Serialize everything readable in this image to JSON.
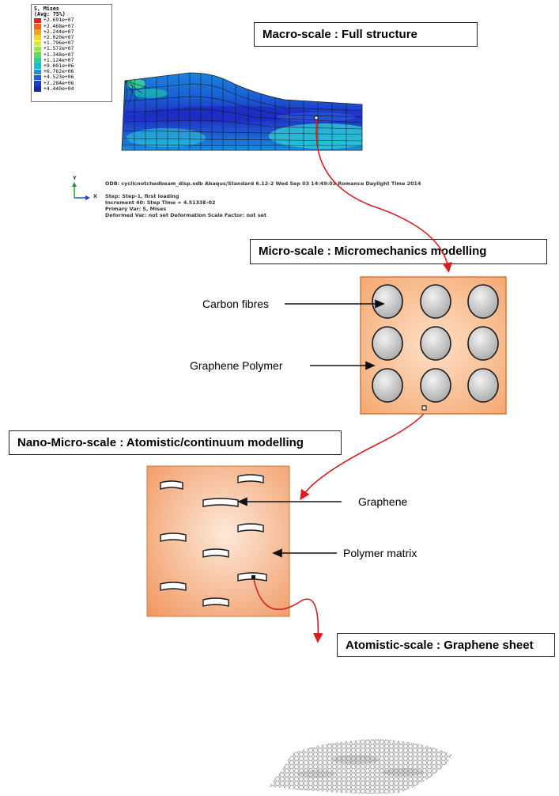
{
  "legend": {
    "title": "S, Mises",
    "avg": "(Avg: 75%)",
    "values": [
      "+2.691e+07",
      "+2.468e+07",
      "+2.244e+07",
      "+2.020e+07",
      "+1.796e+07",
      "+1.572e+07",
      "+1.348e+07",
      "+1.124e+07",
      "+9.001e+06",
      "+6.762e+06",
      "+4.523e+06",
      "+2.284e+06",
      "+4.440e+04"
    ],
    "colors": [
      "#e0201a",
      "#f0601a",
      "#f5a21e",
      "#f2d72a",
      "#d8ec2c",
      "#9fe53a",
      "#5edc5c",
      "#22d49b",
      "#14bdd2",
      "#1a91df",
      "#1a62d6",
      "#1a3ecb",
      "#1d23b4"
    ]
  },
  "macro": {
    "title": "Macro-scale : Full structure",
    "colors": {
      "deep": "#1e2ec4",
      "mid": "#1a8fe0",
      "light": "#2fd3d7",
      "green": "#3edc8a"
    }
  },
  "abaqus": {
    "axis_y": "Y",
    "axis_x": "X",
    "line1": "ODB: cyclicnotchedbeam_disp.odb    Abaqus/Standard 6.12-2    Wed Sep 03 14:49:03 Romance Daylight Time 2014",
    "line2": "Step: Step-1, first loading",
    "line3": "Increment     40: Step Time =    4.5133E-02",
    "line4": "Primary Var: S, Mises",
    "line5": "Deformed Var: not set   Deformation Scale Factor: not set"
  },
  "micro": {
    "title": "Micro-scale : Micromechanics modelling",
    "label_fibres": "Carbon fibres",
    "label_polymer": "Graphene Polymer",
    "colors": {
      "matrix": "#f4a46a",
      "matrix_light": "#fbe3cf",
      "fibre": "#c8c8c8"
    }
  },
  "nano": {
    "title": "Nano-Micro-scale : Atomistic/continuum modelling",
    "label_graphene": "Graphene",
    "label_matrix": "Polymer matrix"
  },
  "atomistic": {
    "title": "Atomistic-scale : Graphene sheet"
  },
  "arrow_color": "#d42020"
}
